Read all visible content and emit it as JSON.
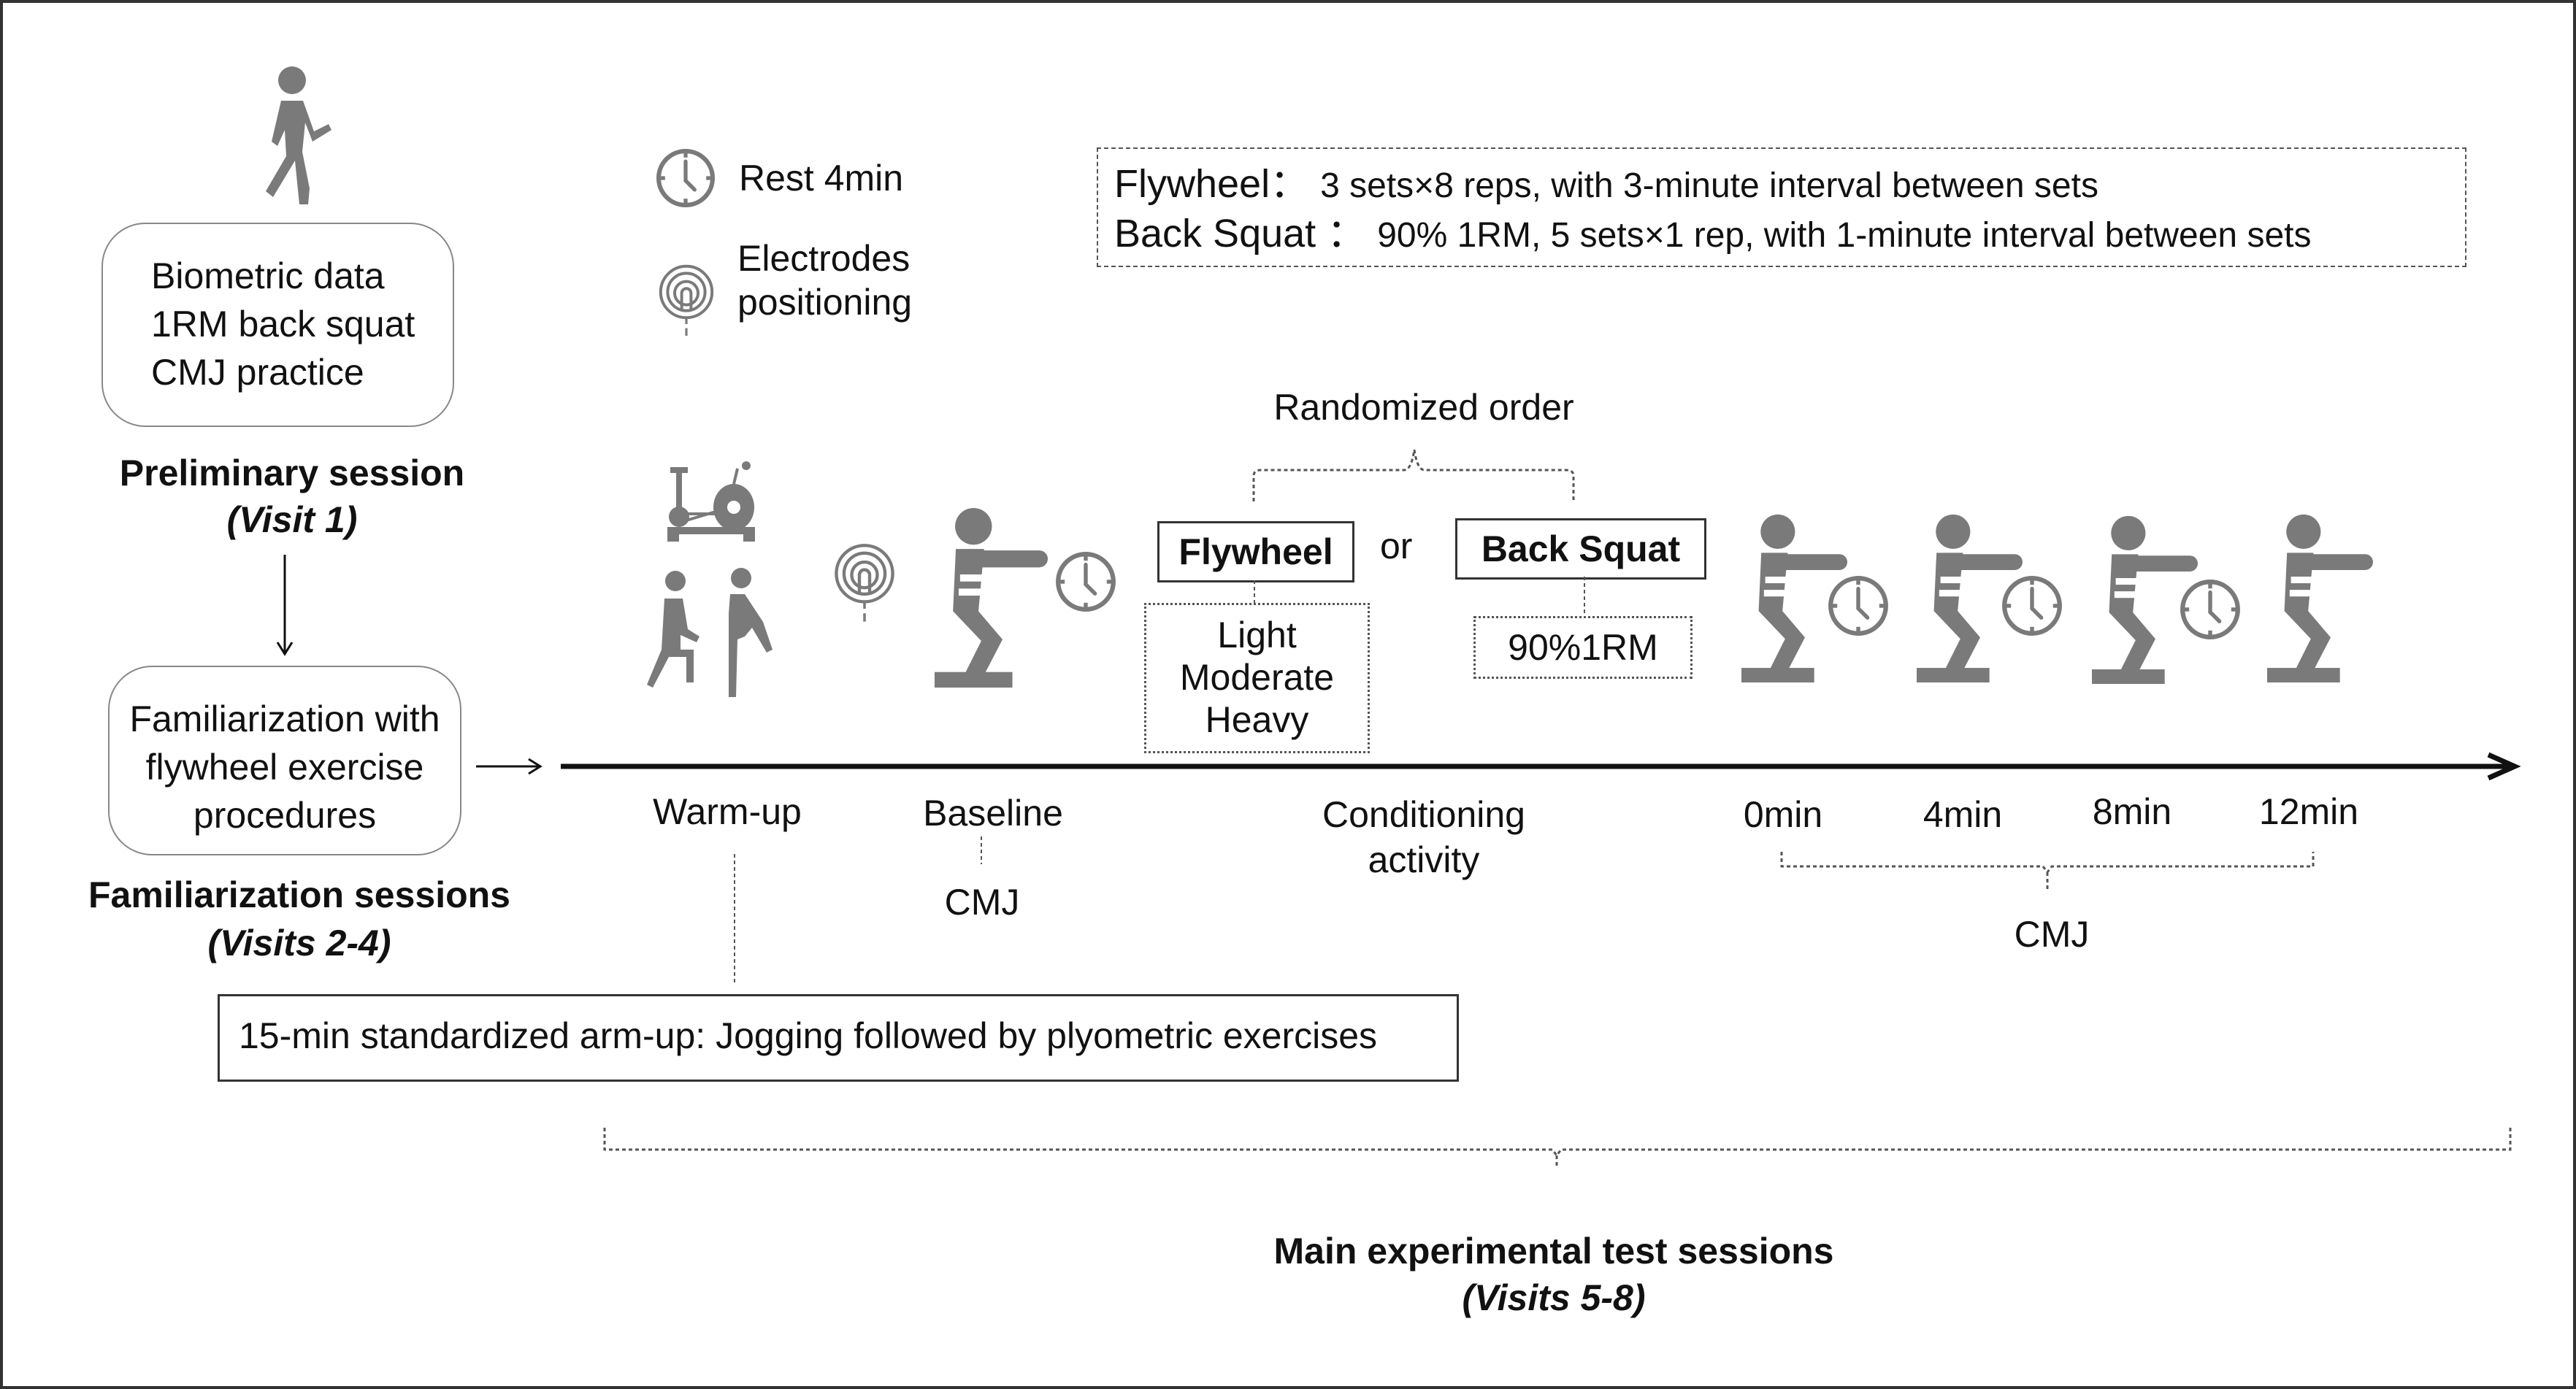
{
  "preliminary": {
    "box_lines": [
      "Biometric data",
      "1RM back squat",
      "CMJ practice"
    ],
    "title": "Preliminary session",
    "subtitle": "(Visit 1)"
  },
  "familiarization": {
    "box_lines": [
      "Familiarization with",
      "flywheel exercise",
      "procedures"
    ],
    "title": "Familiarization sessions",
    "subtitle": "(Visits 2-4)"
  },
  "legend": {
    "rest_label": "Rest 4min",
    "electrodes_label_1": "Electrodes",
    "electrodes_label_2": "positioning"
  },
  "protocol_box": {
    "line1_name": "Flywheel：",
    "line1_text": "3 sets×8 reps, with 3-minute interval between sets",
    "line2_name": "Back Squat ：",
    "line2_text": "90% 1RM, 5 sets×1 rep, with 1-minute interval between sets"
  },
  "conditioning": {
    "randomized_label": "Randomized order",
    "option_a": "Flywheel",
    "or_label": "or",
    "option_b": "Back Squat",
    "option_a_loads": [
      "Light",
      "Moderate",
      "Heavy"
    ],
    "option_b_load": "90%1RM"
  },
  "timeline": {
    "warmup": "Warm-up",
    "baseline": "Baseline",
    "baseline_test": "CMJ",
    "conditioning_1": "Conditioning",
    "conditioning_2": "activity",
    "timepoints": [
      "0min",
      "4min",
      "8min",
      "12min"
    ],
    "post_test": "CMJ"
  },
  "warmup_box": {
    "text": "15-min standardized arm-up: Jogging followed by plyometric exercises"
  },
  "main_sessions": {
    "title": "Main experimental test sessions",
    "subtitle": "(Visits 5-8)"
  },
  "colors": {
    "icon_gray": "#7a7a7a",
    "line": "#111111"
  }
}
